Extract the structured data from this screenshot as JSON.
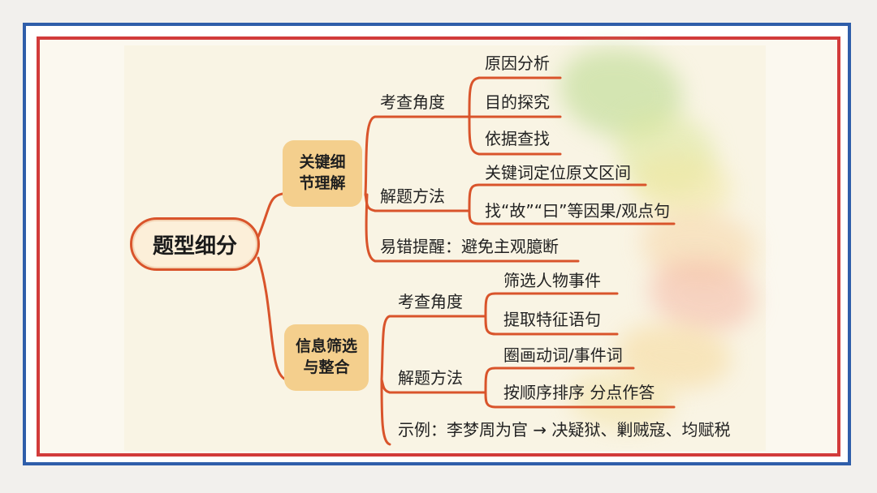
{
  "root": "题型细分",
  "branches": [
    {
      "label_line1": "关键细",
      "label_line2": "节理解",
      "groups": [
        {
          "label": "考查角度",
          "items": [
            "原因分析",
            "目的探究",
            "依据查找"
          ]
        },
        {
          "label": "解题方法",
          "items": [
            "关键词定位原文区间",
            "找“故”“曰”等因果/观点句"
          ]
        }
      ],
      "note": "易错提醒：避免主观臆断"
    },
    {
      "label_line1": "信息筛选",
      "label_line2": "与整合",
      "groups": [
        {
          "label": "考查角度",
          "items": [
            "筛选人物事件",
            "提取特征语句"
          ]
        },
        {
          "label": "解题方法",
          "items": [
            "圈画动词/事件词",
            "按顺序排序 分点作答"
          ]
        }
      ],
      "note": "示例：李梦周为官 → 决疑狱、剿贼寇、均赋税"
    }
  ],
  "colors": {
    "outer_border": "#2f5eaa",
    "inner_border": "#d23b3b",
    "line": "#d9542b",
    "branch_fill": "#f4cf8d"
  }
}
